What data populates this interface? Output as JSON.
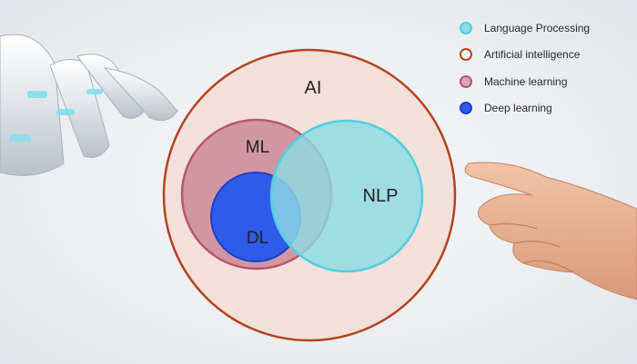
{
  "diagram": {
    "sets": {
      "ai": {
        "label": "AI",
        "fill": "#f3ddd6",
        "stroke": "#b3441f"
      },
      "ml": {
        "label": "ML",
        "fill": "#c98a99",
        "stroke": "#b8566e"
      },
      "nlp": {
        "label": "NLP",
        "fill": "#8ddbe5",
        "stroke": "#4fd0e0"
      },
      "dl": {
        "label": "DL",
        "fill": "#2f5be8",
        "stroke": "#1e3fc9"
      }
    }
  },
  "legend": {
    "items": [
      {
        "label": "Language Processing",
        "color": "#4fd0e0",
        "fill": "#8ddbe5"
      },
      {
        "label": "Artificial intelligence",
        "color": "#b3441f",
        "fill": "#ffffff"
      },
      {
        "label": "Machine learning",
        "color": "#b8566e",
        "fill": "#d8a8b4"
      },
      {
        "label": "Deep learning",
        "color": "#1e3fc9",
        "fill": "#2f5be8"
      }
    ]
  }
}
